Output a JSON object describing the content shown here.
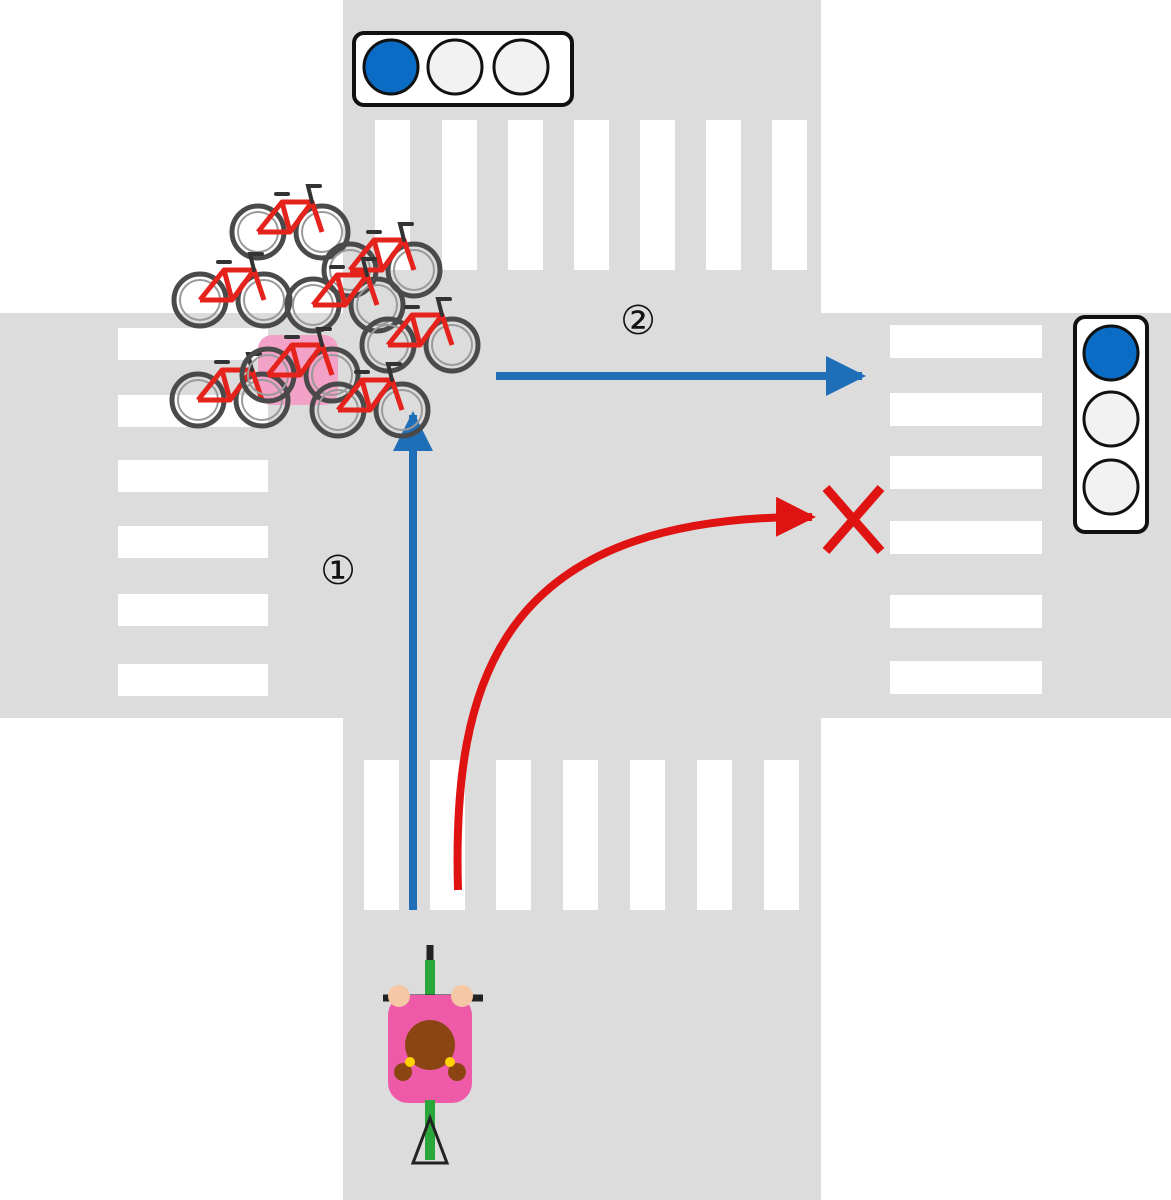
{
  "labels": {
    "step1": "①",
    "step2": "②"
  },
  "signals": {
    "top": {
      "orientation": "horizontal",
      "lamps": [
        "blue",
        "off",
        "off"
      ]
    },
    "right": {
      "orientation": "vertical",
      "lamps": [
        "blue",
        "off",
        "off"
      ]
    }
  },
  "colors": {
    "road": "#dcdcdc",
    "crosswalk": "#ffffff",
    "blue_path": "#1f6fb8",
    "red_path": "#e01313",
    "lamp_blue": "#0a6cc4",
    "bicycle": "#e5221c"
  },
  "icons": {
    "parked_bicycles": "bicycle-cluster-icon",
    "cyclist": "cyclist-icon",
    "forbidden": "red-x-icon"
  }
}
